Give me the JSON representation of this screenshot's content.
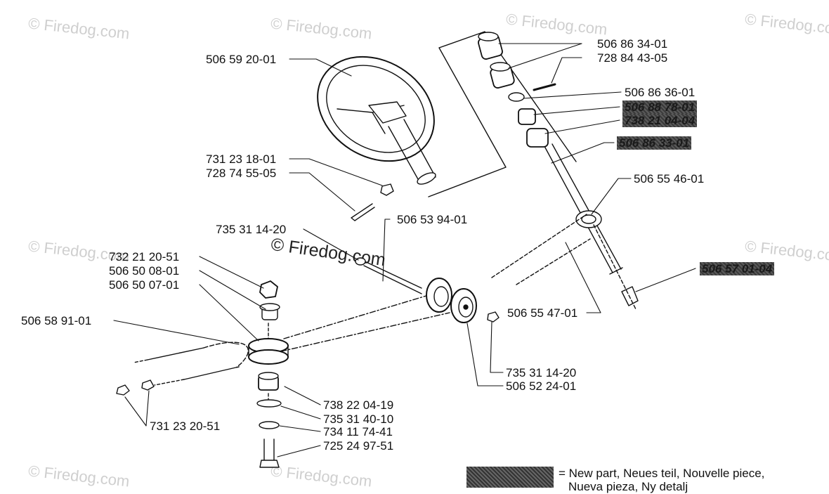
{
  "watermark": "© Firedog.com",
  "parts": [
    {
      "id": "p01",
      "text": "506 86 34-01",
      "new": false
    },
    {
      "id": "p02",
      "text": "728 84 43-05",
      "new": false
    },
    {
      "id": "p03",
      "text": "506 59 20-01",
      "new": false
    },
    {
      "id": "p04",
      "text": "506 86 36-01",
      "new": false
    },
    {
      "id": "p05",
      "text": "506 88 78-01",
      "new": true
    },
    {
      "id": "p06",
      "text": "738 21 04-04",
      "new": true
    },
    {
      "id": "p07",
      "text": "506 86 33-01",
      "new": true
    },
    {
      "id": "p08",
      "text": "731 23 18-01",
      "new": false
    },
    {
      "id": "p09",
      "text": "728 74 55-05",
      "new": false
    },
    {
      "id": "p10",
      "text": "506 55 46-01",
      "new": false
    },
    {
      "id": "p11",
      "text": "506 53 94-01",
      "new": false
    },
    {
      "id": "p12",
      "text": "735 31 14-20",
      "new": false
    },
    {
      "id": "p13",
      "text": "732 21 20-51",
      "new": false
    },
    {
      "id": "p14",
      "text": "506 50 08-01",
      "new": false
    },
    {
      "id": "p15",
      "text": "506 50 07-01",
      "new": false
    },
    {
      "id": "p16",
      "text": "506 57 01-04",
      "new": true
    },
    {
      "id": "p17",
      "text": "506 58 91-01",
      "new": false
    },
    {
      "id": "p18",
      "text": "506 55 47-01",
      "new": false
    },
    {
      "id": "p19",
      "text": "735 31 14-20",
      "new": false
    },
    {
      "id": "p20",
      "text": "506 52 24-01",
      "new": false
    },
    {
      "id": "p21",
      "text": "738 22 04-19",
      "new": false
    },
    {
      "id": "p22",
      "text": "735 31 40-10",
      "new": false
    },
    {
      "id": "p23",
      "text": "734 11 74-41",
      "new": false
    },
    {
      "id": "p24",
      "text": "731 23 20-51",
      "new": false
    },
    {
      "id": "p25",
      "text": "725 24 97-51",
      "new": false
    }
  ],
  "legend": {
    "line1": "= New part, Neues teil, Nouvelle piece,",
    "line2": "Nueva pieza, Ny detalj"
  }
}
